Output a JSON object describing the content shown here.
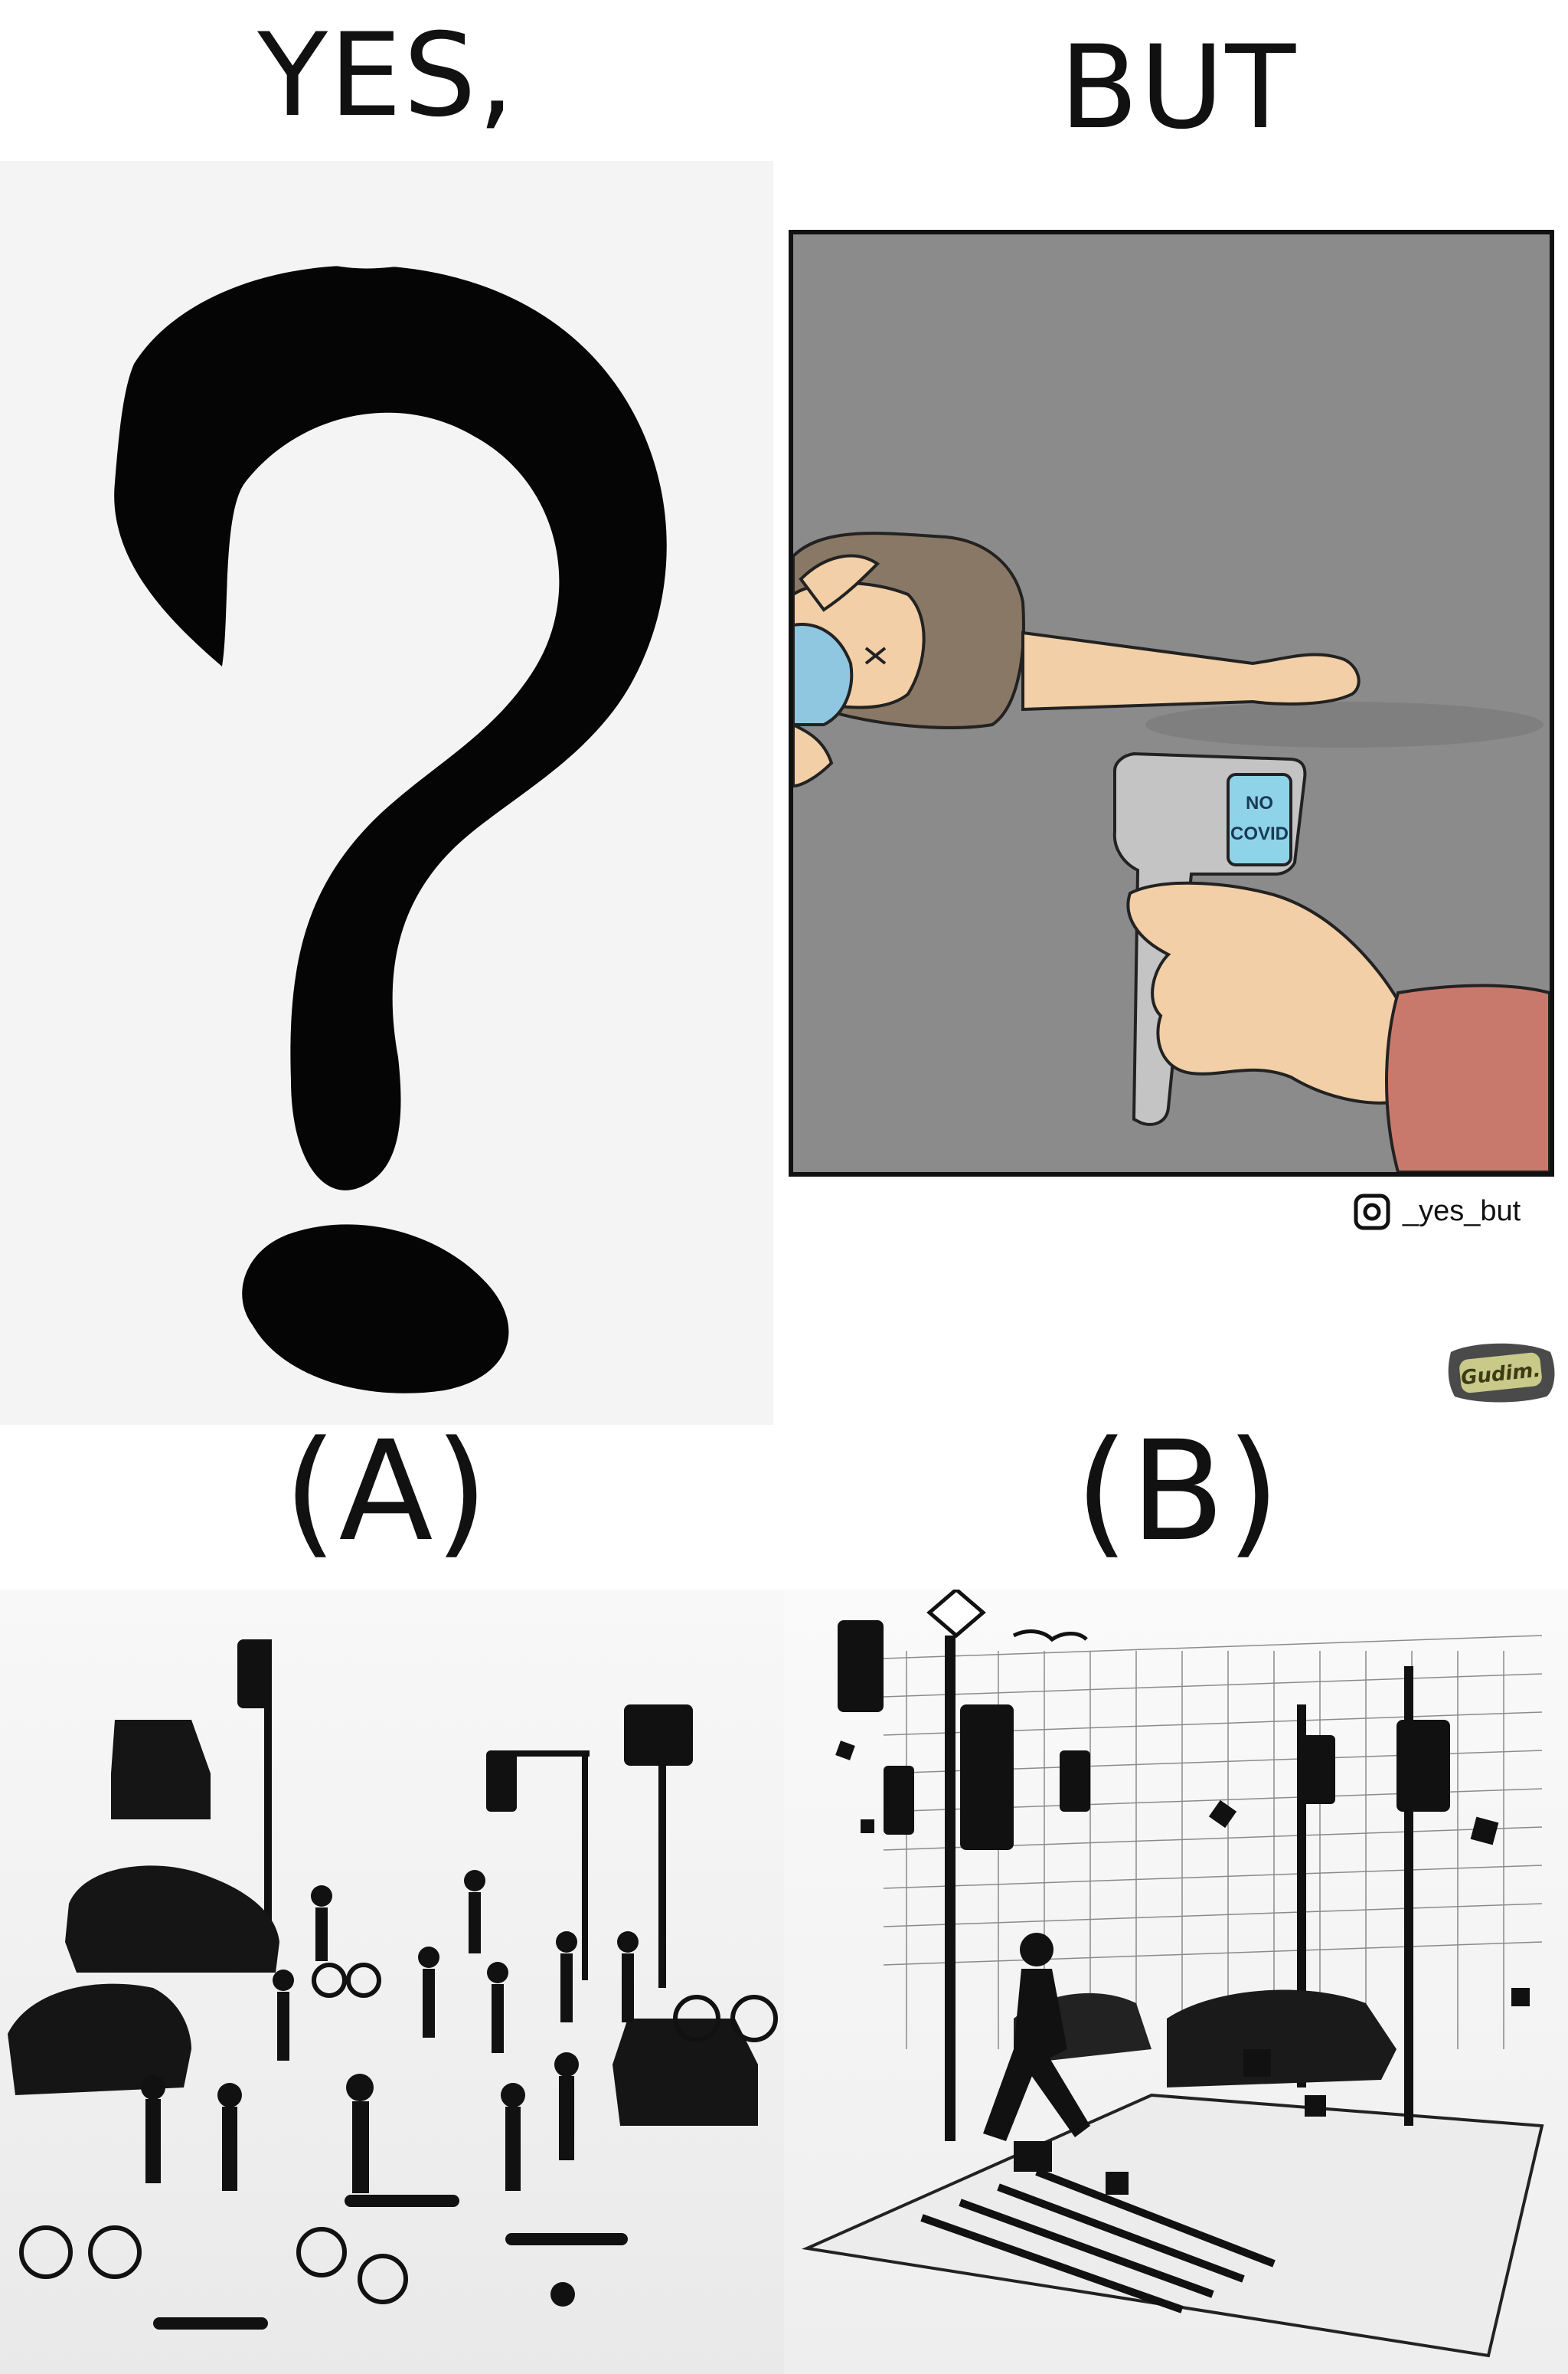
{
  "headings": {
    "top_left": "YES,",
    "top_right": "BUT",
    "option_a": "(A)",
    "option_b": "(B)"
  },
  "comic": {
    "thermometer_line1": "NO",
    "thermometer_line2": "COVID",
    "credit_handle": "_yes_but",
    "credit_icon": "instagram-icon",
    "badge_text": "Gudim."
  },
  "colors": {
    "comic_background": "#8b8b8b",
    "thermometer_screen": "#8fd3e8",
    "skin": "#f2cfa6",
    "sleeve": "#c9796c"
  }
}
